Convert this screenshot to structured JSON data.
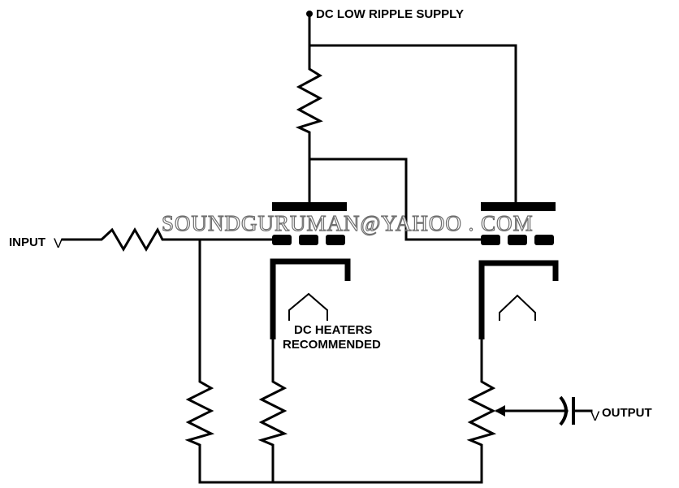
{
  "labels": {
    "supply": "DC LOW RIPPLE SUPPLY",
    "input": "INPUT",
    "input_symbol": "V",
    "output": "OUTPUT",
    "output_symbol": "V",
    "heaters_line1": "DC HEATERS",
    "heaters_line2": "RECOMMENDED",
    "watermark": "SOUNDGURUMAN@YAHOO . COM"
  },
  "colors": {
    "wire": "#000000",
    "background": "#ffffff",
    "watermark_outline": "#6e6e6e"
  }
}
